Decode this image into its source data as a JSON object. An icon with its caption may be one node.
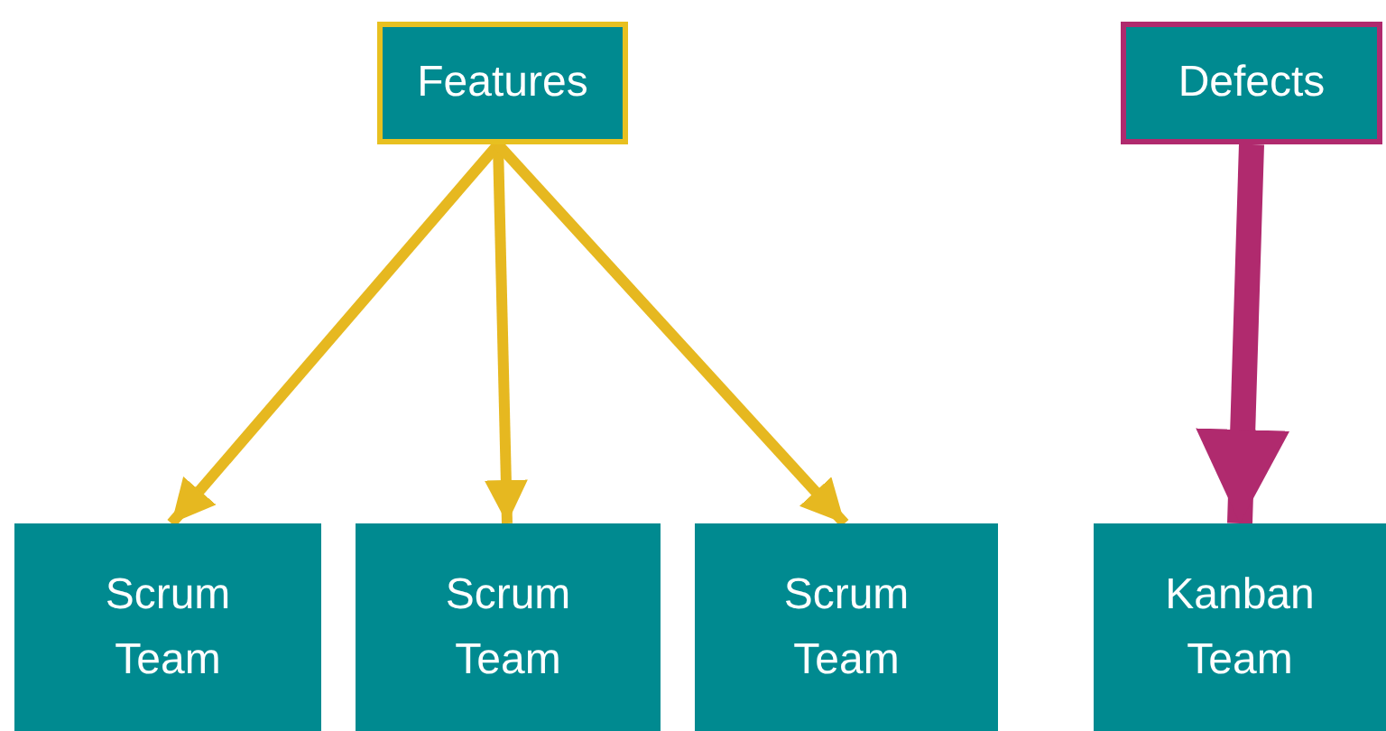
{
  "diagram": {
    "nodes": [
      {
        "text": [
          "Features"
        ]
      },
      {
        "text": [
          "Defects"
        ]
      },
      {
        "text": [
          "Scrum Team"
        ]
      },
      {
        "text": [
          "Scrum Team"
        ]
      },
      {
        "text": [
          "Scrum Team"
        ]
      },
      {
        "text": [
          "Kanban Team"
        ]
      }
    ],
    "edges": [
      {
        "from": 0,
        "to": 2,
        "arrow": "to"
      },
      {
        "from": 0,
        "to": 3,
        "arrow": "to"
      },
      {
        "from": 0,
        "to": 4,
        "arrow": "to"
      },
      {
        "from": 1,
        "to": 5,
        "arrow": "to",
        "style": "thick",
        "color": "#b02a6e"
      }
    ]
  }
}
